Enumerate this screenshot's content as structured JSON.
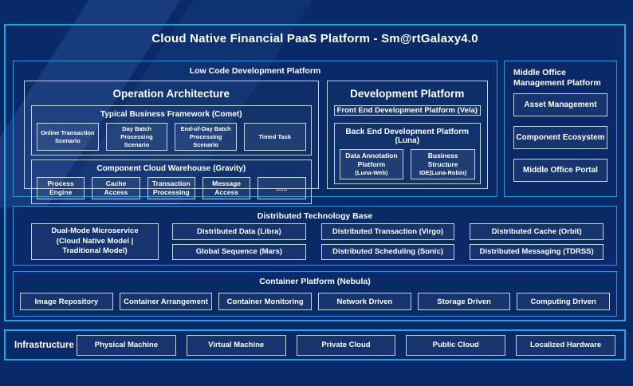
{
  "page": {
    "title": "Cloud Native Financial PaaS Platform - Sm@rtGalaxy4.0"
  },
  "colors": {
    "background": "#0a2a67",
    "frame_border": "#2aa3e6",
    "box_border": "#c8d3e6",
    "text": "#ffffff"
  },
  "low_code": {
    "label": "Low Code Development Platform",
    "operation_architecture": {
      "title": "Operation Architecture",
      "typical_business_framework": {
        "label": "Typical Business Framework (Comet)",
        "items": [
          "Online Transaction Scenario",
          "Day Batch Processing Scenario",
          "End-of-Day Batch Processing Scenario",
          "Timed Task"
        ]
      },
      "component_cloud_warehouse": {
        "label": "Component Cloud Warehouse (Gravity)",
        "items": [
          "Process Engine",
          "Cache Access",
          "Transaction Processing",
          "Message Access",
          "......"
        ]
      }
    },
    "development_platform": {
      "title": "Development Platform",
      "front_end_label": "Front End Development Platform (Vela)",
      "back_end": {
        "label": "Back End Development Platform (Luna)",
        "items": [
          {
            "name": "Data Annotation Platform",
            "sub": "(Luna-Web)"
          },
          {
            "name": "Business Structure",
            "sub": "IDE(Luna-Robin)"
          }
        ]
      }
    }
  },
  "middle_office": {
    "label": "Middle Office Management Platform",
    "items": [
      "Asset Management",
      "Component Ecosystem",
      "Middle Office Portal"
    ]
  },
  "distributed_technology_base": {
    "label": "Distributed Technology Base",
    "dual_mode": {
      "name": "Dual-Mode Microservice",
      "sub": "(Cloud Native Model | Traditional Model)"
    },
    "items": [
      "Distributed Data (Libra)",
      "Distributed Transaction (Virgo)",
      "Distributed Cache (Orbit)",
      "Global Sequence (Mars)",
      "Distributed Scheduling (Sonic)",
      "Distributed Messaging (TDRSS)"
    ]
  },
  "container_platform": {
    "label": "Container Platform (Nebula)",
    "items": [
      "Image Repository",
      "Container Arrangement",
      "Container Monitoring",
      "Network Driven",
      "Storage Driven",
      "Computing Driven"
    ]
  },
  "infrastructure": {
    "label": "Infrastructure",
    "items": [
      "Physical Machine",
      "Virtual Machine",
      "Private Cloud",
      "Public Cloud",
      "Localized Hardware"
    ]
  }
}
